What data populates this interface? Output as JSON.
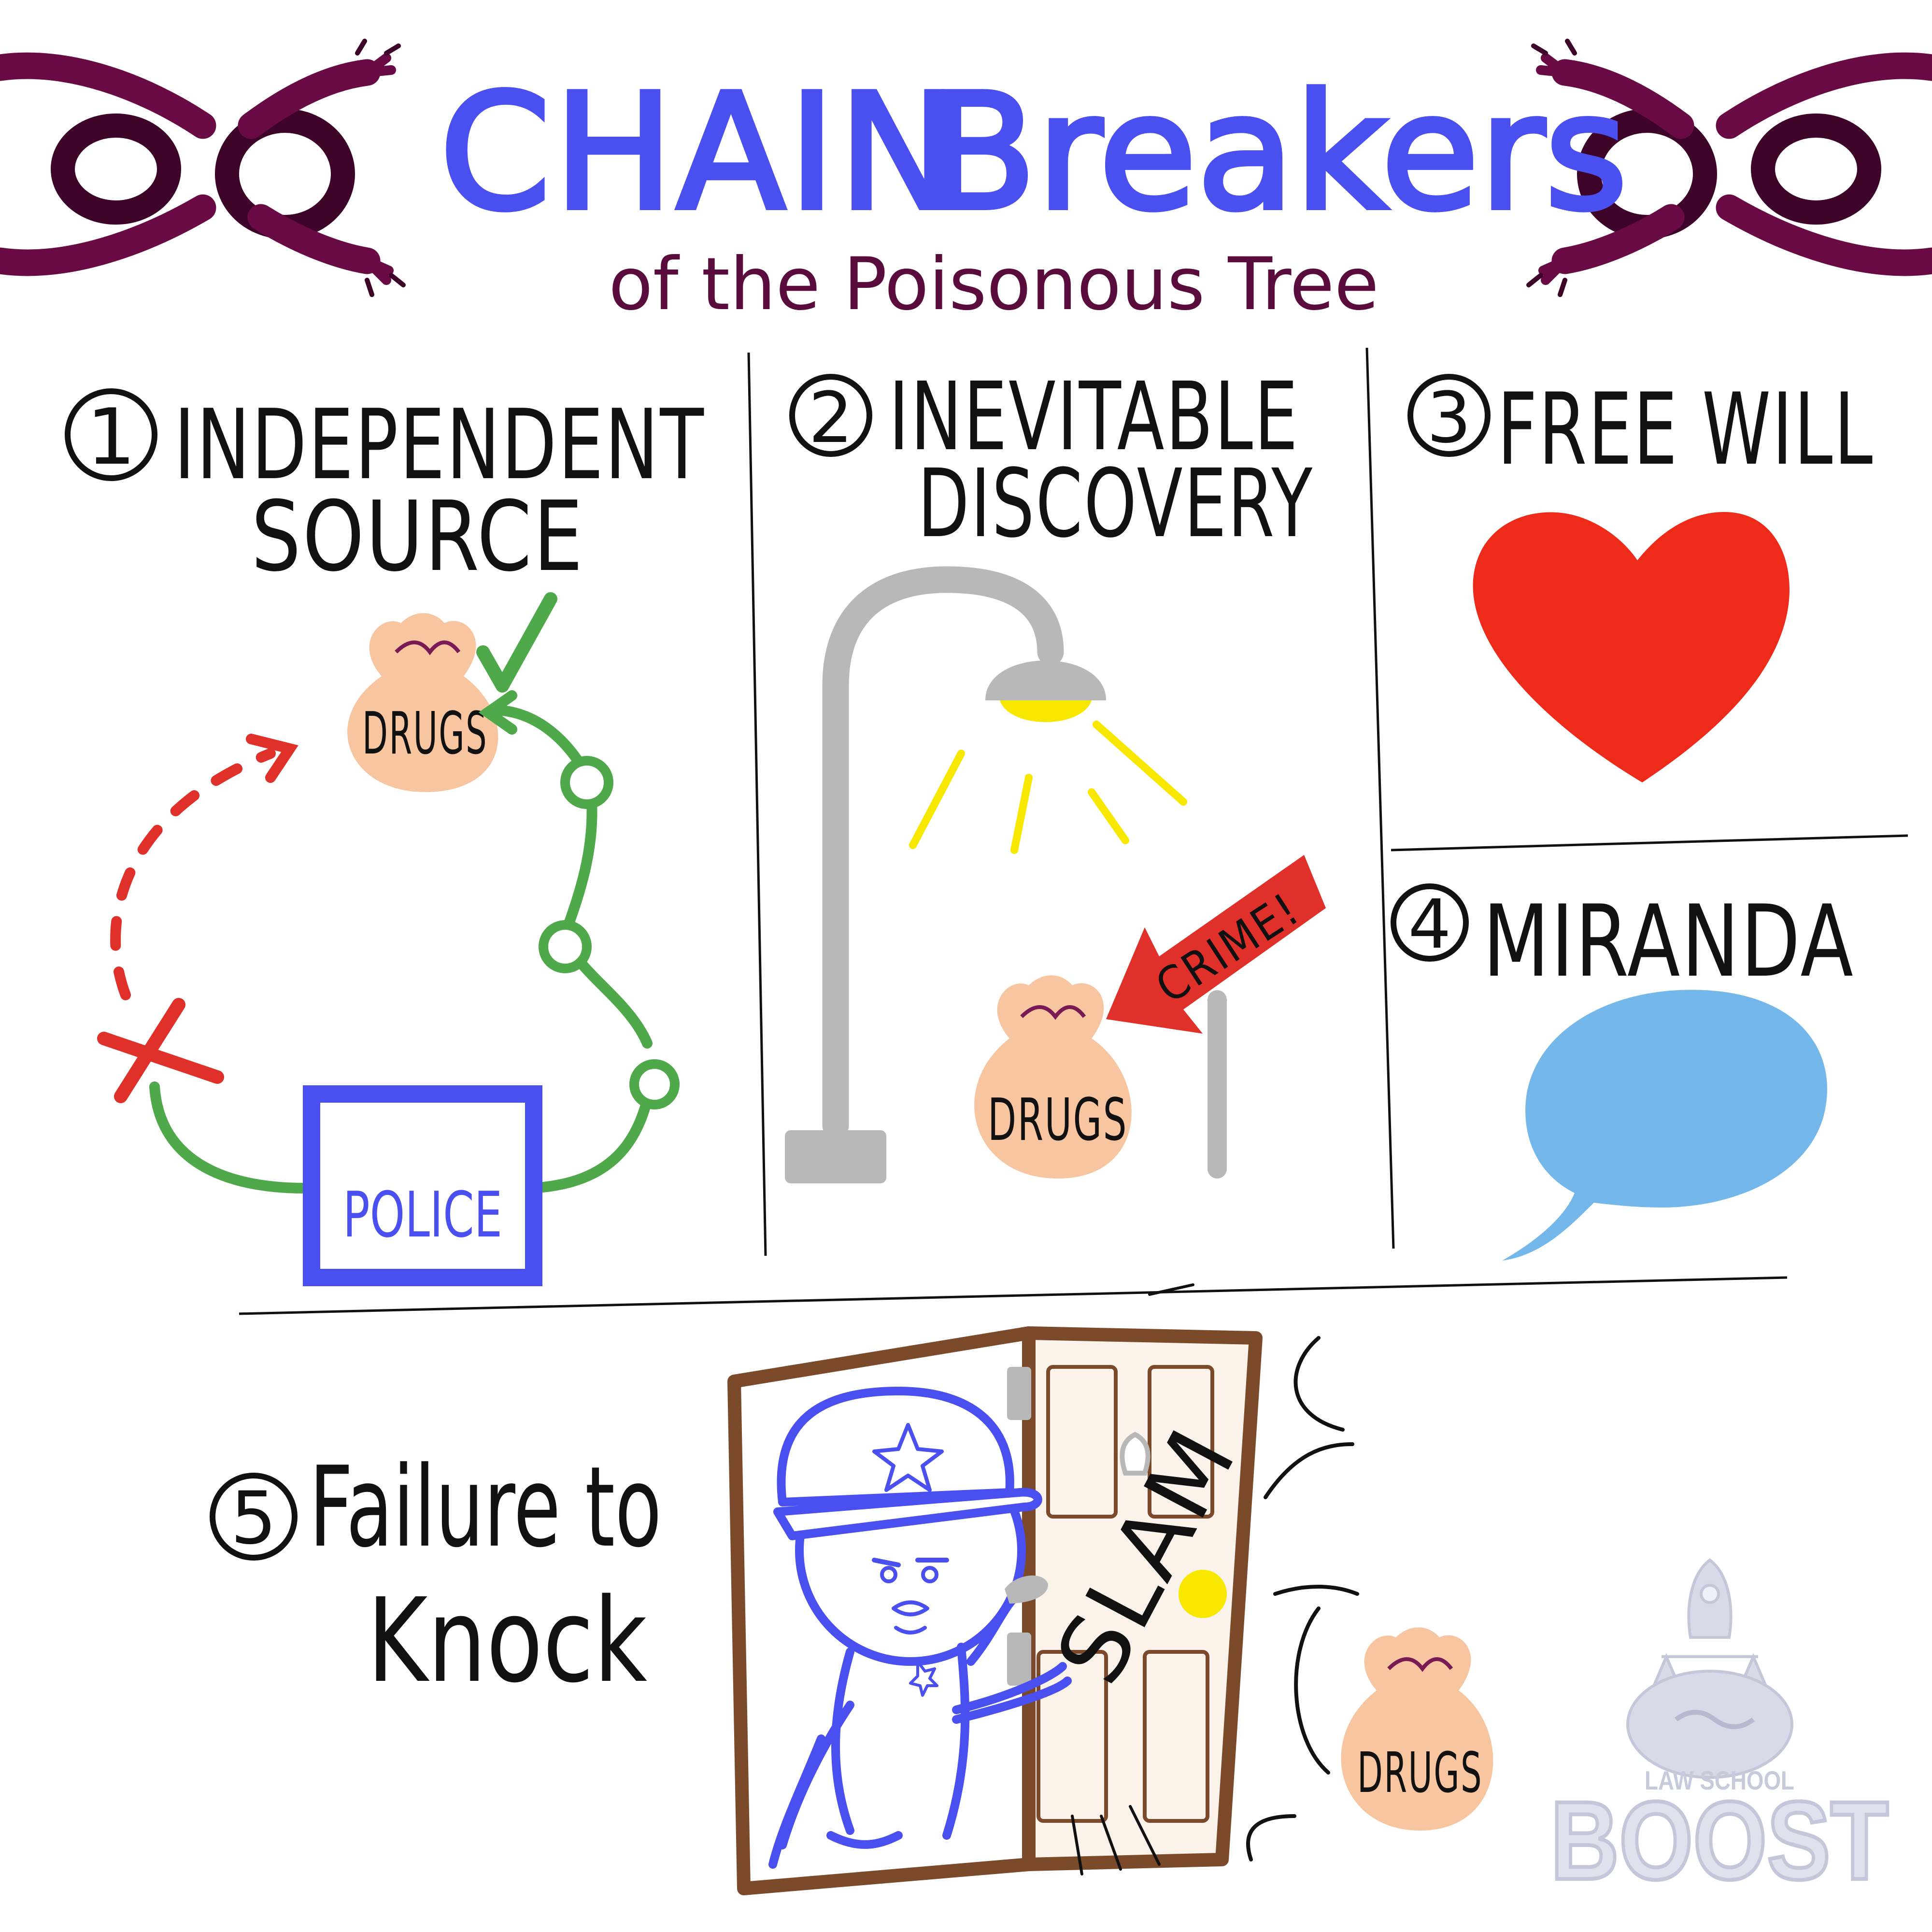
{
  "header": {
    "title_part1": "CHAIN",
    "title_part2": "Breakers",
    "subtitle": "of the Poisonous Tree"
  },
  "colors": {
    "title_blue": "#4a4ff0",
    "chain_purple": "#6a0a45",
    "chain_dark": "#3d0328",
    "subtitle_purple": "#5a0d3c",
    "green": "#4fa84a",
    "red": "#e0302a",
    "bag": "#f7c6a0",
    "heart": "#ee2a1a",
    "bubble": "#74b7ea",
    "lamp_gray": "#b8b8b8",
    "light_yellow": "#f8e800",
    "door_brown": "#7a4a2a",
    "door_fill": "#fbf3ea"
  },
  "sections": [
    {
      "number": "1",
      "title_line1": "INDEPENDENT",
      "title_line2": "SOURCE"
    },
    {
      "number": "2",
      "title_line1": "INEVITABLE",
      "title_line2": "DISCOVERY"
    },
    {
      "number": "3",
      "title_line1": "FREE WILL"
    },
    {
      "number": "4",
      "title_line1": "MIRANDA"
    },
    {
      "number": "5",
      "title_line1": "Failure to",
      "title_line2": "Knock"
    }
  ],
  "labels": {
    "drugs": "DRUGS",
    "police": "POLICE",
    "crime_sign": "CRIME!",
    "slam": "SLAM"
  },
  "icons": [
    "broken-chain-icon",
    "drug-bag-icon",
    "checkmark-icon",
    "x-mark-icon",
    "street-lamp-icon",
    "crime-sign-icon",
    "heart-icon",
    "speech-bubble-icon",
    "police-officer-icon",
    "door-icon",
    "rocket-scale-brain-icon"
  ],
  "logo": {
    "line1": "LAW SCHOOL",
    "line2": "BOOST"
  }
}
